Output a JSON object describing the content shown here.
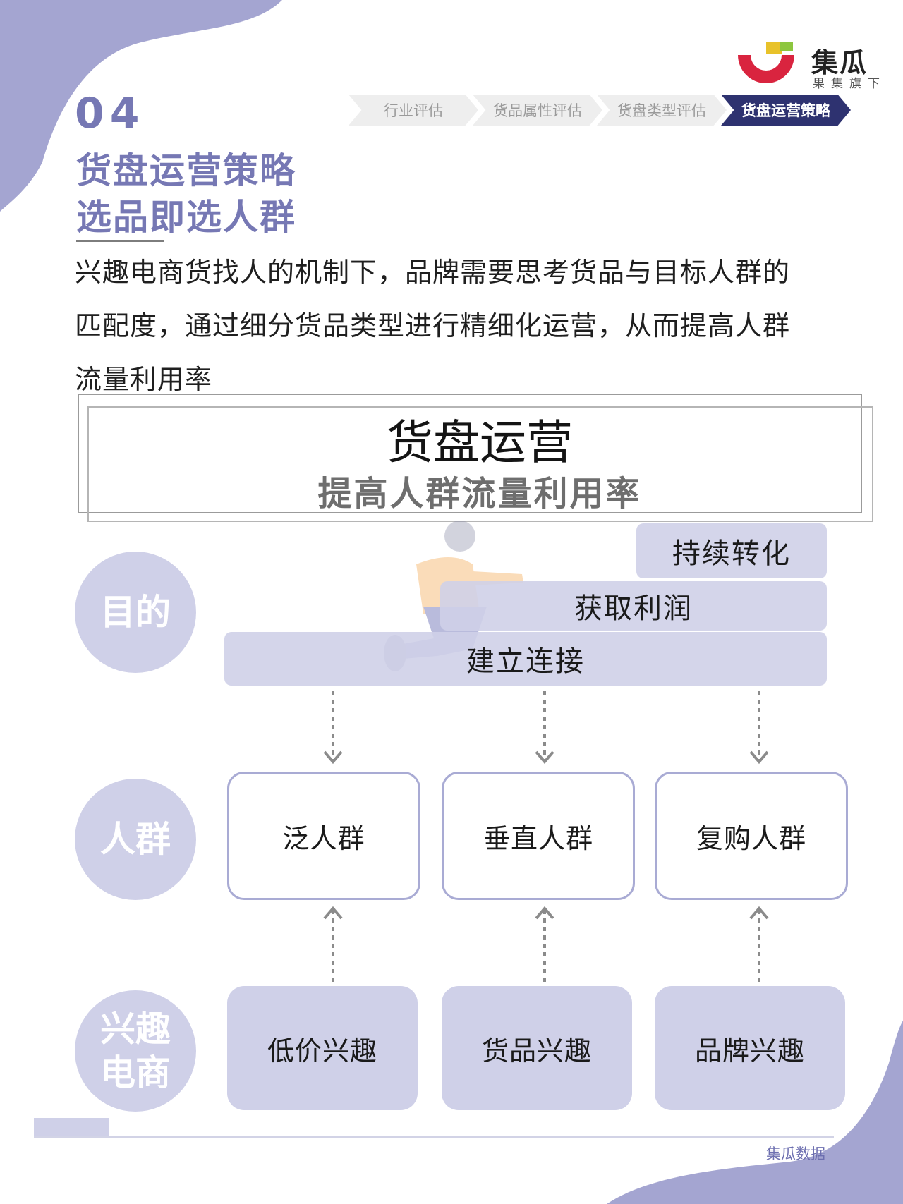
{
  "logo": {
    "name": "集瓜",
    "tagline": "果集旗下",
    "colors": {
      "red": "#d9243f",
      "green": "#8dc63f",
      "yellow": "#e8c22a"
    }
  },
  "breadcrumb": [
    "行业评估",
    "货品属性评估",
    "货盘类型评估",
    "货盘运营策略"
  ],
  "breadcrumb_active_index": 3,
  "section": {
    "number": "04",
    "title_line1": "货盘运营策略",
    "title_line2": "选品即选人群"
  },
  "intro_lines": [
    "兴趣电商货找人的机制下，品牌需要思考货品与目标人群的",
    "匹配度，通过细分货品类型进行精细化运营，从而提高人群",
    "流量利用率"
  ],
  "banner": {
    "title": "货盘运营",
    "subtitle": "提高人群流量利用率"
  },
  "rows": {
    "purpose": {
      "label": "目的",
      "bars": [
        "持续转化",
        "获取利润",
        "建立连接"
      ]
    },
    "crowd": {
      "label": "人群",
      "items": [
        "泛人群",
        "垂直人群",
        "复购人群"
      ]
    },
    "interest": {
      "label": "兴趣电商",
      "label_line1": "兴趣",
      "label_line2": "电商",
      "items": [
        "低价兴趣",
        "货品兴趣",
        "品牌兴趣"
      ]
    }
  },
  "footer": {
    "source": "集瓜数据"
  },
  "colors": {
    "accent": "#7678b4",
    "light_purple": "#cfd0e8",
    "navy": "#2e3270",
    "border_purple": "#a9abd4"
  }
}
